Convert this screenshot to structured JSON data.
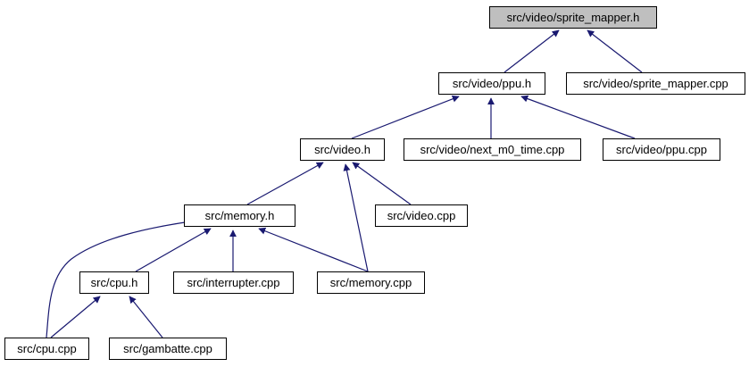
{
  "colors": {
    "edge": "#191970",
    "root_fill": "#bfbfbf",
    "node_fill": "#ffffff",
    "border": "#000000"
  },
  "nodes": [
    {
      "id": "sprite_mapper_h",
      "label": "src/video/sprite_mapper.h",
      "root": true
    },
    {
      "id": "ppu_h",
      "label": "src/video/ppu.h"
    },
    {
      "id": "sprite_mapper_cpp",
      "label": "src/video/sprite_mapper.cpp"
    },
    {
      "id": "video_h",
      "label": "src/video.h"
    },
    {
      "id": "next_m0_time_cpp",
      "label": "src/video/next_m0_time.cpp"
    },
    {
      "id": "ppu_cpp",
      "label": "src/video/ppu.cpp"
    },
    {
      "id": "memory_h",
      "label": "src/memory.h"
    },
    {
      "id": "video_cpp",
      "label": "src/video.cpp"
    },
    {
      "id": "cpu_h",
      "label": "src/cpu.h"
    },
    {
      "id": "interrupter_cpp",
      "label": "src/interrupter.cpp"
    },
    {
      "id": "memory_cpp",
      "label": "src/memory.cpp"
    },
    {
      "id": "cpu_cpp",
      "label": "src/cpu.cpp"
    },
    {
      "id": "gambatte_cpp",
      "label": "src/gambatte.cpp"
    }
  ],
  "edges": [
    {
      "from": "ppu_h",
      "to": "sprite_mapper_h"
    },
    {
      "from": "sprite_mapper_cpp",
      "to": "sprite_mapper_h"
    },
    {
      "from": "video_h",
      "to": "ppu_h"
    },
    {
      "from": "next_m0_time_cpp",
      "to": "ppu_h"
    },
    {
      "from": "ppu_cpp",
      "to": "ppu_h"
    },
    {
      "from": "memory_h",
      "to": "video_h"
    },
    {
      "from": "memory_cpp",
      "to": "video_h"
    },
    {
      "from": "video_cpp",
      "to": "video_h"
    },
    {
      "from": "cpu_cpp",
      "to": "memory_h"
    },
    {
      "from": "cpu_h",
      "to": "memory_h"
    },
    {
      "from": "interrupter_cpp",
      "to": "memory_h"
    },
    {
      "from": "memory_cpp",
      "to": "memory_h"
    },
    {
      "from": "cpu_cpp",
      "to": "cpu_h"
    },
    {
      "from": "gambatte_cpp",
      "to": "cpu_h"
    }
  ]
}
